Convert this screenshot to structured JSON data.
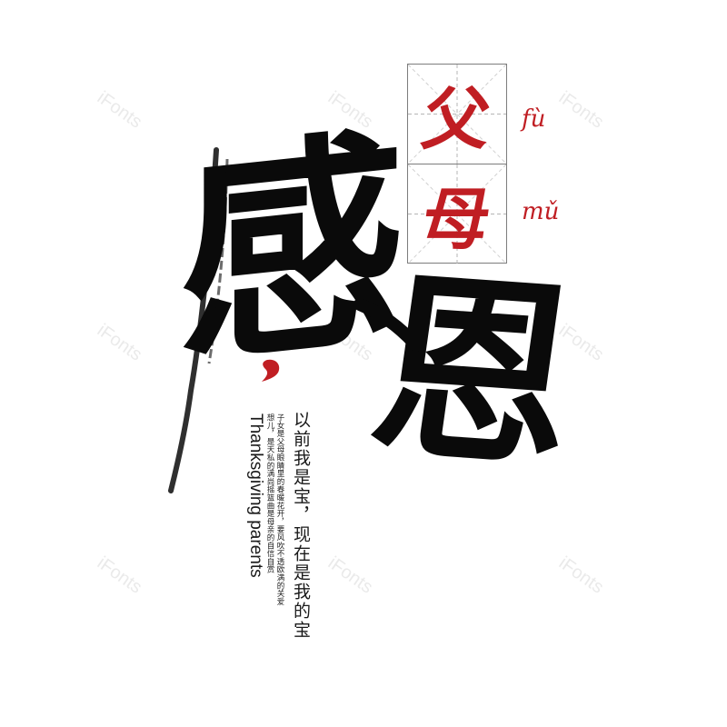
{
  "box": {
    "char_top": "父",
    "char_bottom": "母",
    "pinyin_top": "fù",
    "pinyin_bottom": "mǔ"
  },
  "calligraphy": {
    "char_1": "感",
    "char_2": "恩"
  },
  "text": {
    "main_line": "以前我是宝，现在是我的宝",
    "small_line_1": "子女是父母眼睛里的春暖花开，要风吹不透欧满的关爱",
    "small_line_2": "想儿，是天私的满尚摇篮曲是母亲的自信自赏",
    "english": "Thanksgiving parents"
  },
  "watermark": "iFonts",
  "colors": {
    "red": "#c01e23",
    "ink": "#0a0a0a",
    "grid": "#7d7d7d"
  }
}
